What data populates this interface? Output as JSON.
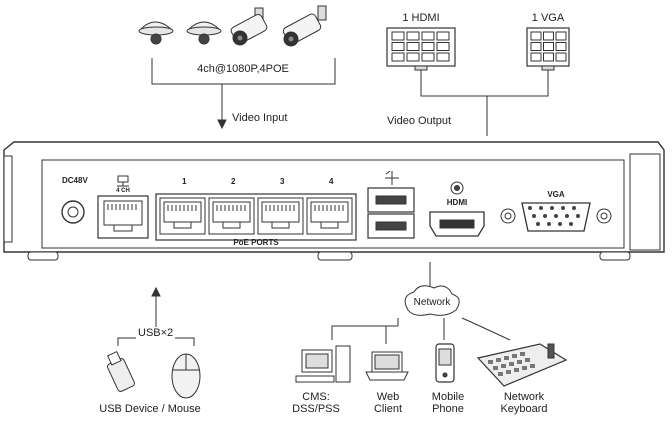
{
  "input": {
    "spec_label": "4ch@1080P,4POE",
    "arrow_label": "Video Input",
    "cameras": [
      {
        "icon": "dome-camera-icon"
      },
      {
        "icon": "dome-camera-icon"
      },
      {
        "icon": "bullet-camera-icon"
      },
      {
        "icon": "bullet-camera-icon"
      }
    ]
  },
  "output": {
    "arrow_label": "Video Output",
    "hdmi_label": "1 HDMI",
    "vga_label": "1 VGA"
  },
  "nvr": {
    "power_label": "DC48V",
    "lan_label": "4 CH",
    "port_numbers": [
      "1",
      "2",
      "3",
      "4"
    ],
    "poe_label": "PoE PORTS",
    "hdmi_port_label": "HDMI",
    "vga_port_label": "VGA"
  },
  "usb": {
    "count_label": "USB×2",
    "device_label": "USB Device / Mouse"
  },
  "network": {
    "cloud_label": "Network",
    "clients": [
      {
        "label": "CMS:\nDSS/PSS",
        "icon": "desktop-computer-icon"
      },
      {
        "label": "Web\nClient",
        "icon": "laptop-icon"
      },
      {
        "label": "Mobile\nPhone",
        "icon": "mobile-phone-icon"
      },
      {
        "label": "Network\nKeyboard",
        "icon": "network-keyboard-icon"
      }
    ]
  },
  "colors": {
    "line": "#333333",
    "device_fill": "#ffffff",
    "dark": "#222222"
  }
}
